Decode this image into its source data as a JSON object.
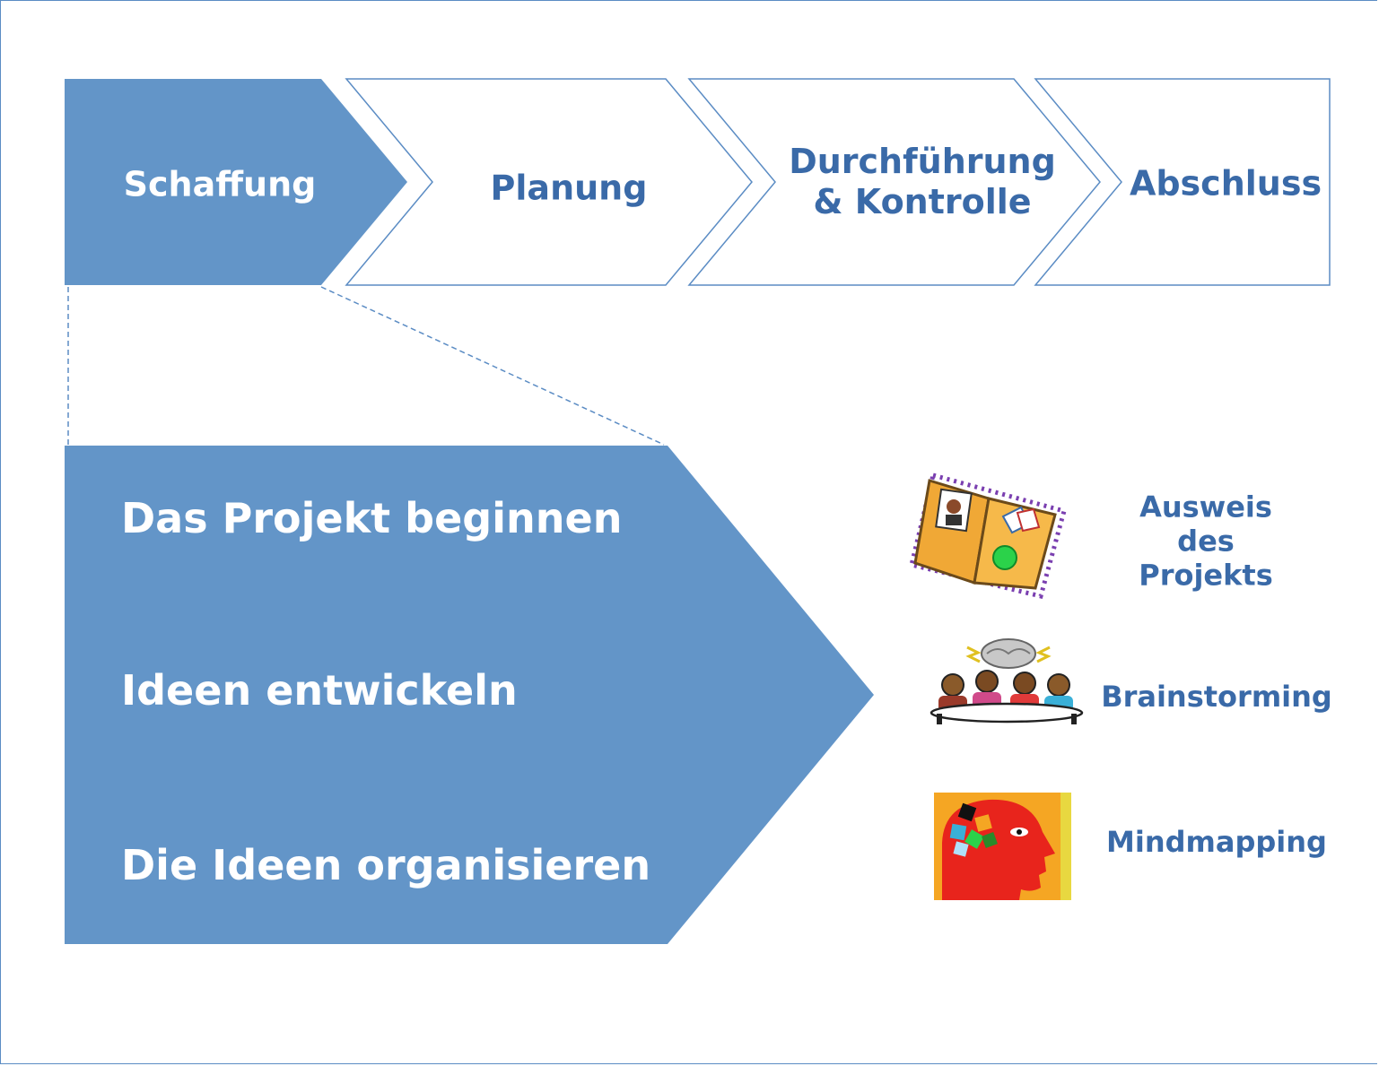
{
  "colors": {
    "accent": "#6395c8",
    "outline": "#5b8cc4",
    "text_blue": "#3a6aa8",
    "text_white": "#ffffff"
  },
  "process": {
    "steps": [
      {
        "label": "Schaffung",
        "active": true
      },
      {
        "label": "Planung",
        "active": false
      },
      {
        "label": "Durchführung\n& Kontrolle",
        "active": false
      },
      {
        "label": "Abschluss",
        "active": false
      }
    ]
  },
  "detail": {
    "activities": [
      "Das Projekt beginnen",
      "Ideen entwickeln",
      "Die Ideen organisieren"
    ]
  },
  "tools": [
    {
      "label": "Ausweis\ndes Projekts",
      "icon": "project-id-card-icon"
    },
    {
      "label": "Brainstorming",
      "icon": "brainstorming-team-icon"
    },
    {
      "label": "Mindmapping",
      "icon": "head-puzzle-icon"
    }
  ]
}
